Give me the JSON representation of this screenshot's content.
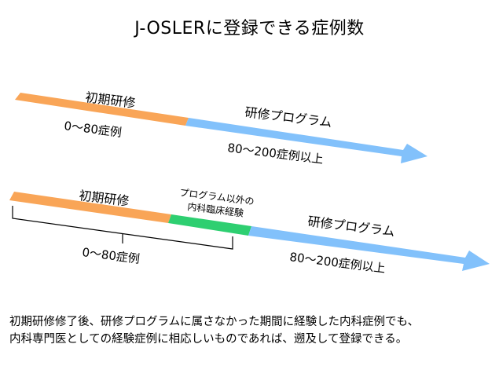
{
  "title": "J-OSLERに登録できる症例数",
  "colors": {
    "initial_training": "#f9a557",
    "program": "#82c1fb",
    "outside_program": "#2ecf71",
    "text": "#000000",
    "bracket": "#000000"
  },
  "diagram1": {
    "initial_label": "初期研修",
    "initial_count": "0〜80症例",
    "program_label": "研修プログラム",
    "program_count": "80〜200症例以上"
  },
  "diagram2": {
    "initial_label": "初期研修",
    "outside_label_line1": "プログラム以外の",
    "outside_label_line2": "内科臨床経験",
    "bracket_count": "0〜80症例",
    "program_label": "研修プログラム",
    "program_count": "80〜200症例以上"
  },
  "caption": {
    "line1": "初期研修修了後、研修プログラムに属さなかった期間に経験した内科症例でも、",
    "line2": "内科専門医としての経験症例に相応しいものであれば、遡及して登録できる。"
  }
}
